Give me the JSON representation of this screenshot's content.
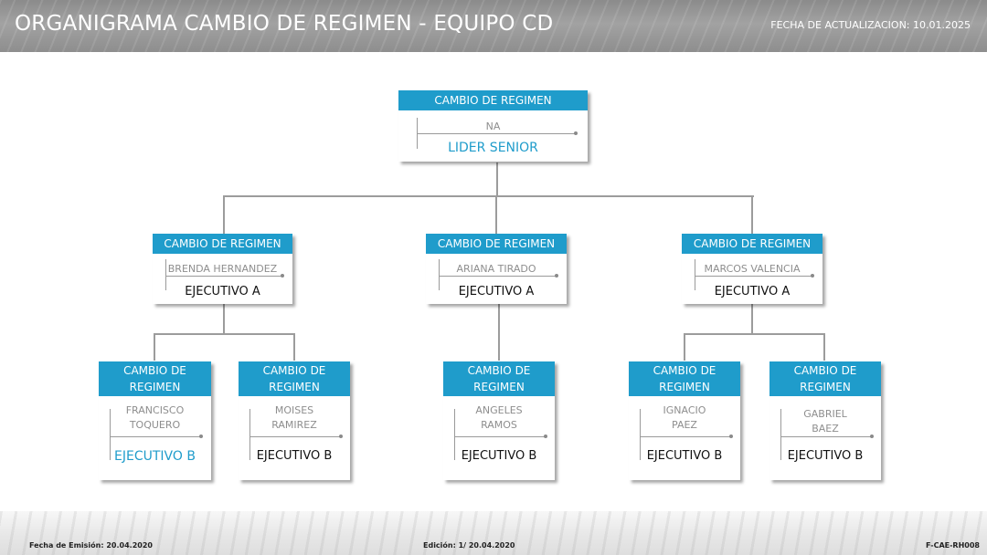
{
  "header": {
    "title": "ORGANIGRAMA CAMBIO DE REGIMEN -  EQUIPO CD",
    "update_date": "FECHA DE ACTUALIZACION:  10.01.2025"
  },
  "colors": {
    "accent": "#1f9ccb",
    "header_gray": "#9a9a9a",
    "name_gray": "#8e8e8e"
  },
  "org": {
    "root": {
      "department": "CAMBIO DE REGIMEN",
      "name": "NA",
      "role": "LIDER SENIOR"
    },
    "level2": [
      {
        "department": "CAMBIO DE REGIMEN",
        "name": "BRENDA HERNANDEZ",
        "role": "EJECUTIVO A"
      },
      {
        "department": "CAMBIO DE REGIMEN",
        "name": "ARIANA TIRADO",
        "role": "EJECUTIVO A"
      },
      {
        "department": "CAMBIO DE REGIMEN",
        "name": "MARCOS VALENCIA",
        "role": "EJECUTIVO A"
      }
    ],
    "level3": [
      {
        "department": "CAMBIO DE REGIMEN",
        "name": "FRANCISCO TOQUERO",
        "role": "EJECUTIVO B"
      },
      {
        "department": "CAMBIO DE REGIMEN",
        "name": "MOISES RAMIREZ",
        "role": "EJECUTIVO B"
      },
      {
        "department": "CAMBIO DE REGIMEN",
        "name": "ANGELES RAMOS",
        "role": "EJECUTIVO B"
      },
      {
        "department": "CAMBIO DE REGIMEN",
        "name": "IGNACIO PAEZ",
        "role": "EJECUTIVO B"
      },
      {
        "department": "CAMBIO DE REGIMEN",
        "name": "GABRIEL BAEZ",
        "role": "EJECUTIVO B"
      }
    ]
  },
  "footer": {
    "emission": "Fecha de Emisión: 20.04.2020",
    "edition": "Edición: 1/ 20.04.2020",
    "code": "F-CAE-RH008"
  }
}
